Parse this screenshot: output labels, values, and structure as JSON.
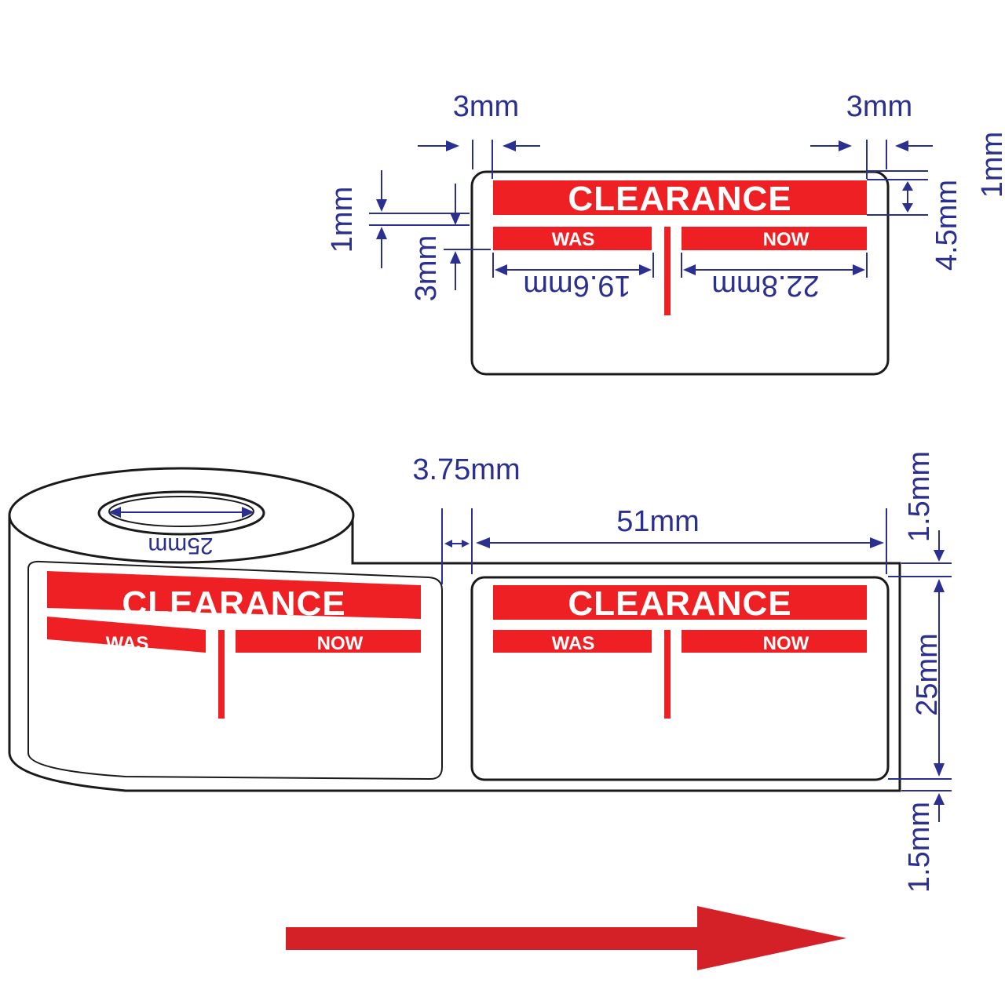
{
  "colors": {
    "label_red": "#ee2024",
    "dimension_blue": "#2b2f8f",
    "outline": "#1a1a1a",
    "feed_arrow": "#d42027"
  },
  "label": {
    "title": "CLEARANCE",
    "was": "WAS",
    "now": "NOW"
  },
  "detail_dimensions": {
    "left_margin": "3mm",
    "right_margin": "3mm",
    "top_margin_left": "1mm",
    "top_margin_right": "1mm",
    "gap_between_bars": "3mm",
    "header_height": "4.5mm",
    "was_width": "19.6mm",
    "now_width": "22.8mm"
  },
  "roll_dimensions": {
    "core_diameter": "25mm",
    "label_gap": "3.75mm",
    "label_width": "51mm",
    "label_height": "25mm",
    "top_liner_edge": "1.5mm",
    "bottom_liner_edge": "1.5mm"
  },
  "feed_direction_icon": "right-arrow-icon"
}
